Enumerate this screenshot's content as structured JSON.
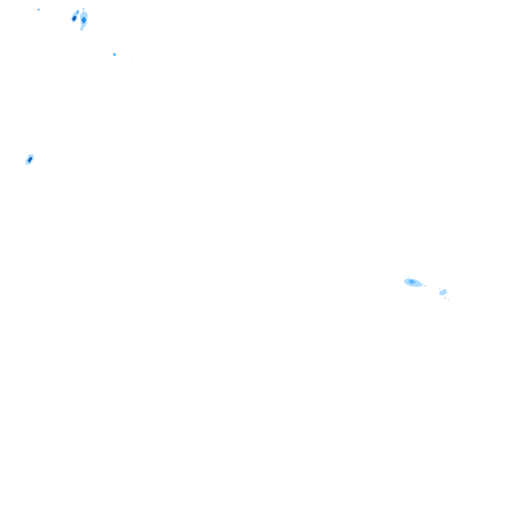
{
  "radar_overlay": {
    "background": "#ffffff",
    "palette": {
      "light": "#a6d8ff",
      "medium": "#5cb8ff",
      "strong": "#1f8ae6",
      "heavy": "#0a5fb8",
      "speck": "#d0d8e0"
    },
    "echo_regions": [
      {
        "name": "echo-cluster-north",
        "intensity": "strong"
      },
      {
        "name": "echo-dot-small",
        "intensity": "medium"
      },
      {
        "name": "echo-west",
        "intensity": "heavy"
      },
      {
        "name": "echo-cluster-east",
        "intensity": "light"
      },
      {
        "name": "clutter-specks",
        "intensity": "speck"
      }
    ]
  }
}
